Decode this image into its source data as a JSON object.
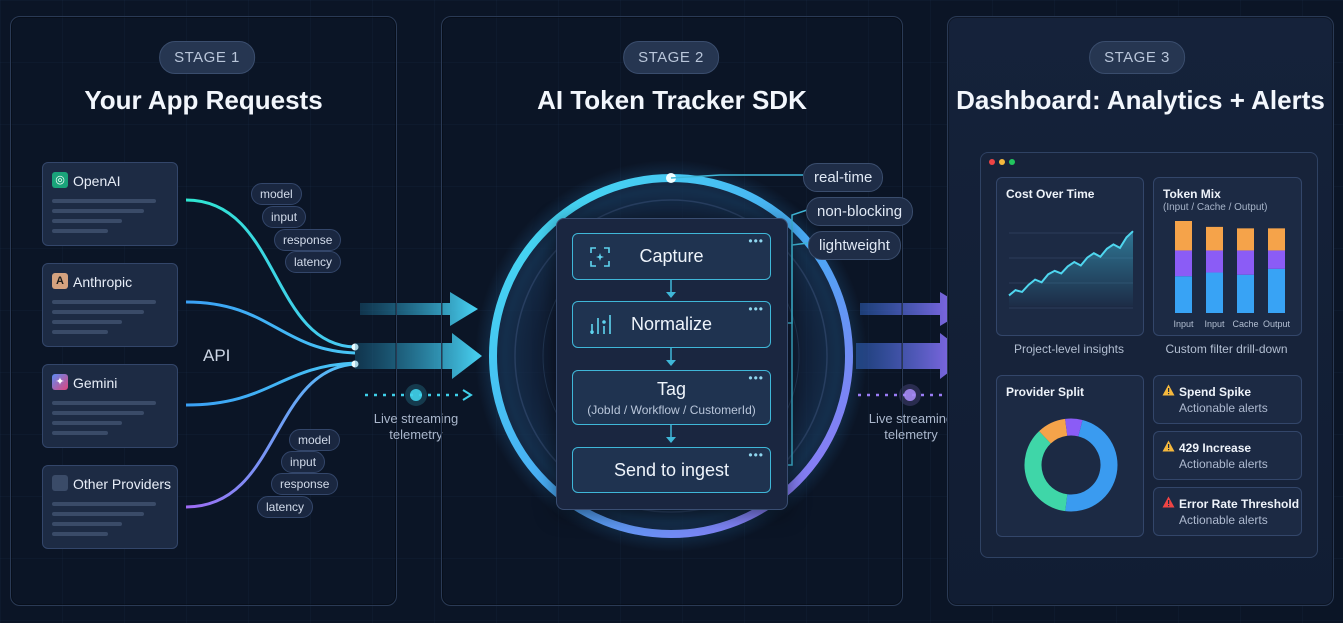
{
  "stage1": {
    "badge": "STAGE 1",
    "title": "Your App Requests",
    "providers": [
      {
        "name": "OpenAI",
        "icon": "openai-icon",
        "color": "#1aa37a"
      },
      {
        "name": "Anthropic",
        "icon": "anthropic-icon",
        "color": "#d4a27f"
      },
      {
        "name": "Gemini",
        "icon": "gemini-icon",
        "color": "#c04bd6"
      },
      {
        "name": "Other Providers",
        "icon": "generic-provider-icon",
        "color": "#3a4b68"
      }
    ],
    "top_pills": [
      "model",
      "input",
      "response",
      "latency"
    ],
    "bottom_pills": [
      "model",
      "input",
      "response",
      "latency"
    ],
    "api_label": "API",
    "telemetry_label": [
      "Live streaming",
      "telemetry"
    ]
  },
  "stage2": {
    "badge": "STAGE 2",
    "title": "AI Token Tracker SDK",
    "steps": [
      {
        "label": "Capture",
        "icon": "capture-icon"
      },
      {
        "label": "Normalize",
        "icon": "normalize-icon"
      },
      {
        "label": "Tag",
        "sub": "(JobId / Workflow / CustomerId)"
      },
      {
        "label": "Send to ingest"
      }
    ],
    "tags": [
      "real-time",
      "non-blocking",
      "lightweight"
    ],
    "dots": "•••"
  },
  "stage3": {
    "badge": "STAGE 3",
    "title": "Dashboard: Analytics + Alerts",
    "telemetry_label": [
      "Live streaming",
      "telemetry"
    ],
    "cost_card": {
      "title": "Cost Over Time",
      "caption": "Project-level insights"
    },
    "token_mix": {
      "title": "Token Mix",
      "subtitle": "(Input / Cache / Output)",
      "caption": "Custom filter drill-down"
    },
    "provider_split": {
      "title": "Provider Split"
    },
    "alerts": [
      {
        "title": "Spend Spike",
        "sub": "Actionable alerts",
        "severity": "warning"
      },
      {
        "title": "429 Increase",
        "sub": "Actionable alerts",
        "severity": "warning"
      },
      {
        "title": "Error Rate Threshold",
        "sub": "Actionable alerts",
        "severity": "error"
      }
    ],
    "colors": {
      "accent_cyan": "#3fd0ea",
      "accent_purple": "#8b5cf6",
      "warning": "#f5b83d",
      "error": "#ef4444"
    }
  },
  "chart_data": [
    {
      "type": "area",
      "title": "Cost Over Time",
      "x": [
        1,
        2,
        3,
        4,
        5,
        6,
        7,
        8,
        9,
        10,
        11,
        12,
        13,
        14,
        15,
        16,
        17,
        18,
        19,
        20
      ],
      "values": [
        12,
        18,
        16,
        24,
        30,
        27,
        36,
        40,
        37,
        45,
        50,
        46,
        55,
        60,
        56,
        65,
        70,
        66,
        78,
        85
      ],
      "ylim": [
        0,
        100
      ]
    },
    {
      "type": "bar",
      "title": "Token Mix",
      "categories": [
        "Input",
        "Input",
        "Cache",
        "Output"
      ],
      "series": [
        {
          "name": "Input",
          "color": "#38a3f5",
          "values": [
            50,
            55,
            52,
            60
          ]
        },
        {
          "name": "Cache",
          "color": "#8b5cf6",
          "values": [
            35,
            30,
            33,
            25
          ]
        },
        {
          "name": "Output",
          "color": "#f5a34a",
          "values": [
            40,
            32,
            30,
            30
          ]
        }
      ]
    },
    {
      "type": "pie",
      "title": "Provider Split",
      "slices": [
        {
          "value": 48,
          "color": "#3a9bf0"
        },
        {
          "value": 36,
          "color": "#3fd6a8"
        },
        {
          "value": 10,
          "color": "#f5a34a"
        },
        {
          "value": 6,
          "color": "#8b5cf6"
        }
      ]
    }
  ]
}
